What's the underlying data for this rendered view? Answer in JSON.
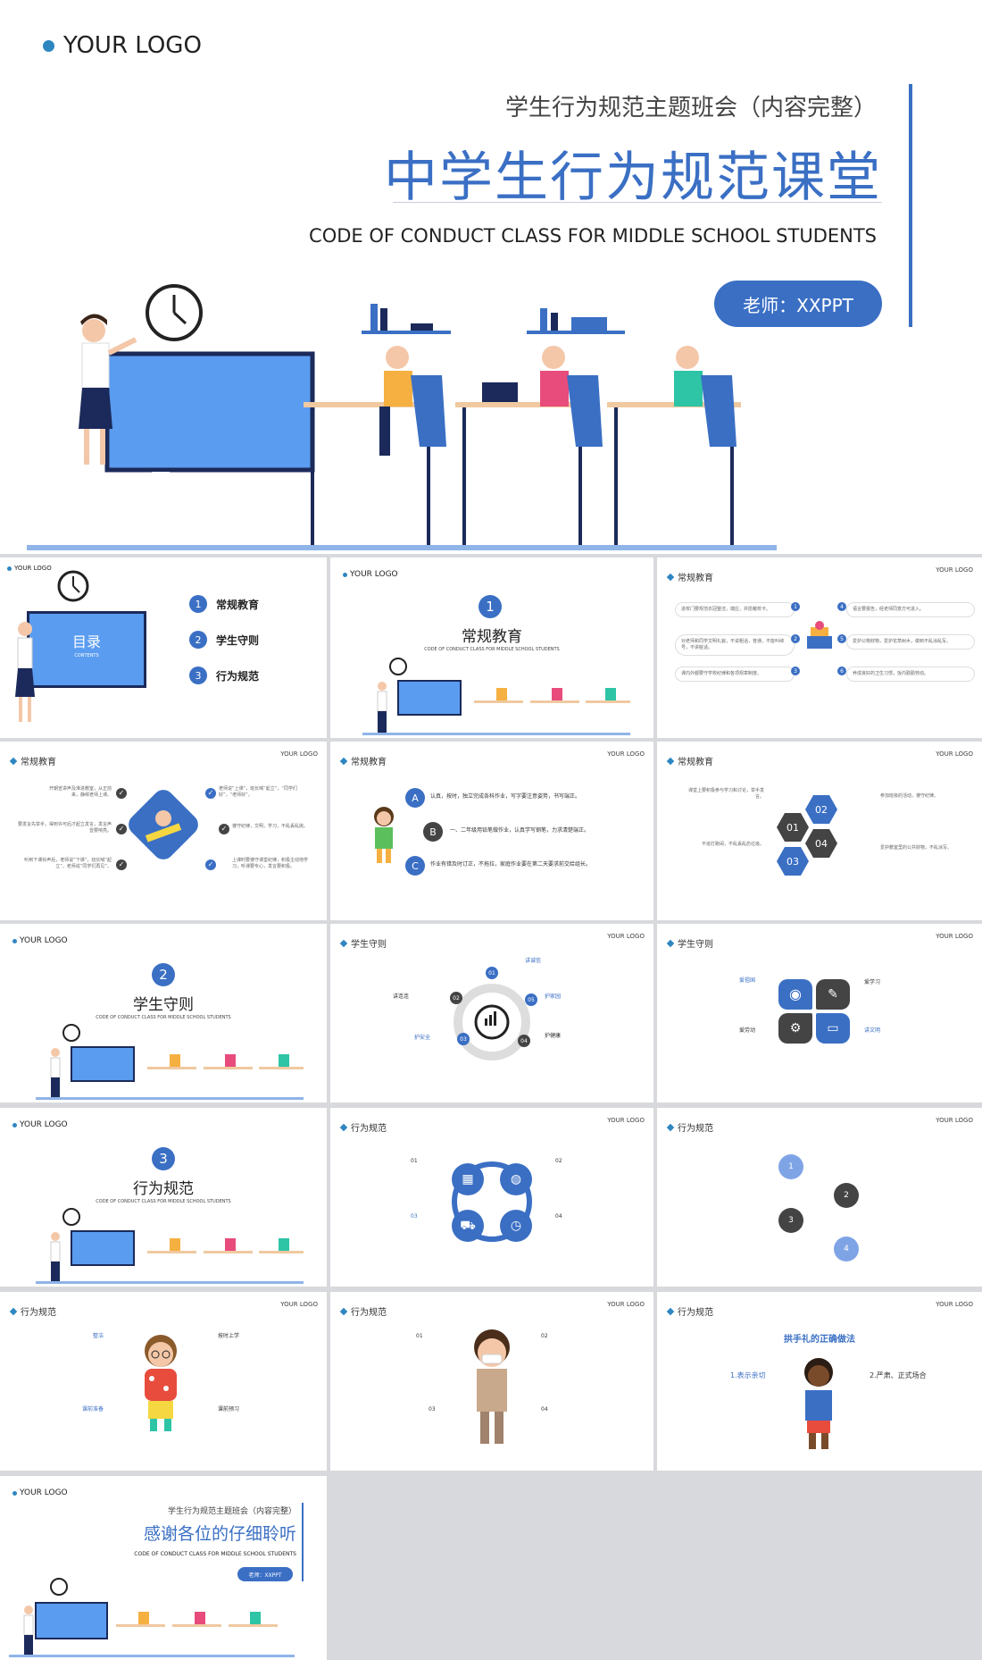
{
  "colors": {
    "accent": "#3a6fc4",
    "logo_dot": "#2e86c1",
    "background": "#d8d9dc"
  },
  "cover": {
    "logo": "YOUR  LOGO",
    "subtitle": "学生行为规范主题班会（内容完整）",
    "title": "中学生行为规范课堂",
    "english": "CODE OF CONDUCT CLASS FOR MIDDLE SCHOOL STUDENTS",
    "teacher": "老师：XXPPT"
  },
  "toc": {
    "logo": "YOUR  LOGO",
    "board_title": "目录",
    "board_sub": "CONTENTS",
    "items": [
      {
        "num": "1",
        "label": "常规教育"
      },
      {
        "num": "2",
        "label": "学生守则"
      },
      {
        "num": "3",
        "label": "行为规范"
      }
    ]
  },
  "sections": [
    {
      "logo": "YOUR  LOGO",
      "num": "1",
      "title": "常规教育",
      "english": "CODE OF CONDUCT CLASS FOR MIDDLE SCHOOL STUDENTS"
    },
    {
      "logo": "YOUR  LOGO",
      "num": "2",
      "title": "学生守则",
      "english": "CODE OF CONDUCT CLASS FOR MIDDLE SCHOOL STUDENTS"
    },
    {
      "logo": "YOUR  LOGO",
      "num": "3",
      "title": "行为规范",
      "english": "CODE OF CONDUCT CLASS FOR MIDDLE SCHOOL STUDENTS"
    }
  ],
  "content_slides": {
    "s3": {
      "head": "常规教育",
      "logo": "YOUR  LOGO",
      "items": [
        "进校门要规范衣冠整洁，端庄，并愿戴校卡。",
        "对老师和同学文明礼貌，不说粗话，普通，不能叫绰号，不讲脏话。",
        "课内外都要守学校纪律和各项规章制度。",
        "语言要报告，经老师同意方可进入。",
        "爱护公物财物，爱护花草树木，做到不乱涂乱写。",
        "养成良好的卫生习惯，饭内勤勤劳动。"
      ],
      "nums": [
        "1",
        "2",
        "3",
        "4",
        "5",
        "6"
      ]
    },
    "s4": {
      "head": "常规教育",
      "logo": "YOUR  LOGO",
      "items": [
        "开朝宣讲声及准进教室，从正前来，静候老师上课。",
        "要发言先举手，得到许可后才起立发言，发言声音要响亮。",
        "听到下课铃声后，老师说“下课”，班长喊“起立”，老师说“同学们再见”。",
        "老师说“上课”，班长喊“起立”，“同学们好”，“老师好”。",
        "遵守纪律，文明，学习，不乱丢乱抛。",
        "上课时要遵守课堂纪律，积极主动地学习，听课要专心，发言要积极。"
      ]
    },
    "s5": {
      "head": "常规教育",
      "logo": "YOUR  LOGO",
      "items": [
        {
          "letter": "A",
          "text": "认真，按时，独立完成各科作业，写字要注意姿势，书写端正。"
        },
        {
          "letter": "B",
          "text": "一、二年级用铅笔做作业，认真学写钢笔，力求清楚端正。"
        },
        {
          "letter": "C",
          "text": "作业有错及时订正，不拖拉，家庭作业要在第二天要求前交给组长。"
        }
      ]
    },
    "s6": {
      "head": "常规教育",
      "logo": "YOUR  LOGO",
      "hex": [
        "01",
        "02",
        "03",
        "04"
      ],
      "items": [
        "课堂上要积极参与学习和讨论，举手发言。",
        "参加班级的活动，遵守纪律。",
        "不追打跑闹，不乱丢乱扔垃圾。",
        "爱护教室里的公共财物，不乱涂写。"
      ]
    },
    "s8": {
      "head": "学生守则",
      "logo": "YOUR  LOGO",
      "labels": [
        "讲诚信",
        "讲连连",
        "护家园",
        "护安全",
        "护健康"
      ],
      "nums": [
        "01",
        "02",
        "03",
        "04",
        "05"
      ]
    },
    "s9": {
      "head": "学生守则",
      "logo": "YOUR  LOGO",
      "labels": [
        "爱祖国",
        "爱学习",
        "爱劳动",
        "讲文明"
      ]
    },
    "s11": {
      "head": "行为规范",
      "logo": "YOUR  LOGO",
      "nums": [
        "01",
        "02",
        "03",
        "04"
      ]
    },
    "s12": {
      "head": "行为规范",
      "logo": "YOUR  LOGO",
      "nums": [
        "1",
        "2",
        "3",
        "4"
      ]
    },
    "s13": {
      "head": "行为规范",
      "logo": "YOUR  LOGO",
      "labels": [
        "整洁",
        "按时上学",
        "课前准备",
        "课前预习"
      ]
    },
    "s14": {
      "head": "行为规范",
      "logo": "YOUR  LOGO",
      "nums": [
        "01",
        "02",
        "03",
        "04"
      ]
    },
    "s15": {
      "head": "行为规范",
      "logo": "YOUR  LOGO",
      "title": "拱手礼的正确做法",
      "labels": [
        "1.表示亲切",
        "2.严肃、正式场合"
      ]
    }
  },
  "thanks": {
    "logo": "YOUR  LOGO",
    "subtitle": "学生行为规范主题班会（内容完整）",
    "title": "感谢各位的仔细聆听",
    "english": "CODE OF CONDUCT CLASS FOR MIDDLE SCHOOL STUDENTS",
    "teacher": "老师：XXPPT"
  }
}
